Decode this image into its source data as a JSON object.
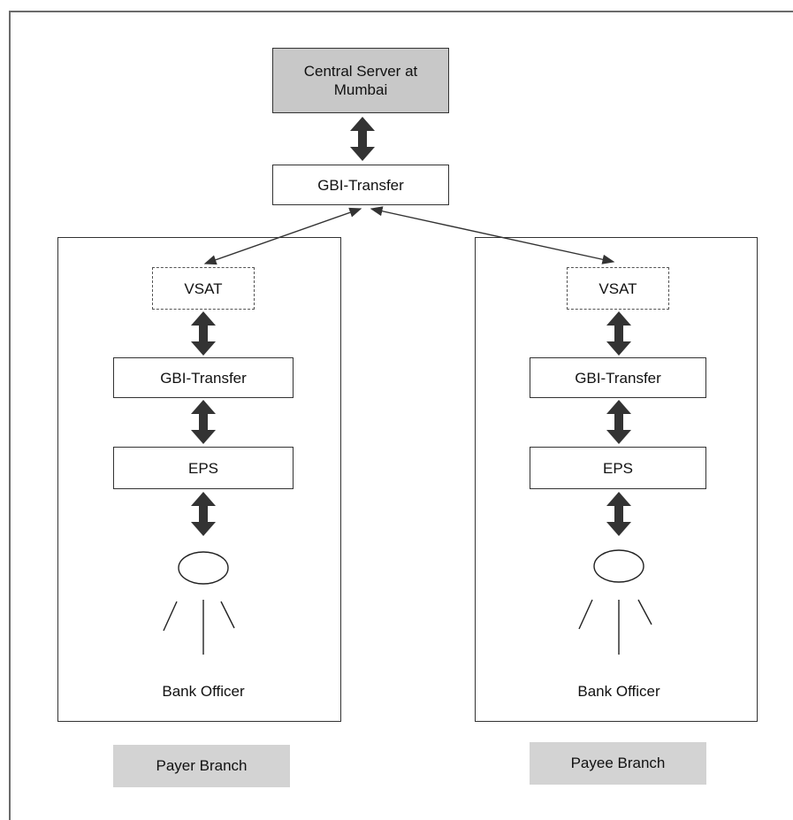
{
  "central": {
    "label_line1": "Central Server at",
    "label_line2": "Mumbai"
  },
  "top_gateway": {
    "label": "GBI-Transfer"
  },
  "payer": {
    "vsat": "VSAT",
    "gateway": "GBI-Transfer",
    "eps": "EPS",
    "person": "Bank Officer",
    "branch_label": "Payer Branch"
  },
  "payee": {
    "vsat": "VSAT",
    "gateway": "GBI-Transfer",
    "eps": "EPS",
    "person": "Bank Officer",
    "branch_label": "Payee Branch"
  },
  "colors": {
    "central_fill": "#c8c8c8",
    "tag_fill": "#d3d3d3",
    "arrow": "#333333"
  }
}
